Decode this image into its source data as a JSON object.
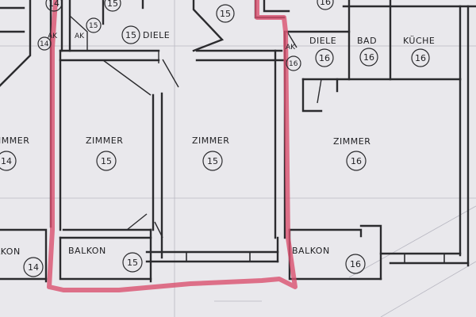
{
  "labels": {
    "zimmer": "ZIMMER",
    "balkon": "BALKON",
    "diele": "DIELE",
    "bad": "BAD",
    "kueche": "KÜCHE",
    "ak": "AK",
    "unit_14": "14",
    "unit_15": "15",
    "unit_16": "16"
  },
  "colors": {
    "paper": "#e9e8ec",
    "ink": "#2b2b2e",
    "marker": "#d9506f"
  }
}
